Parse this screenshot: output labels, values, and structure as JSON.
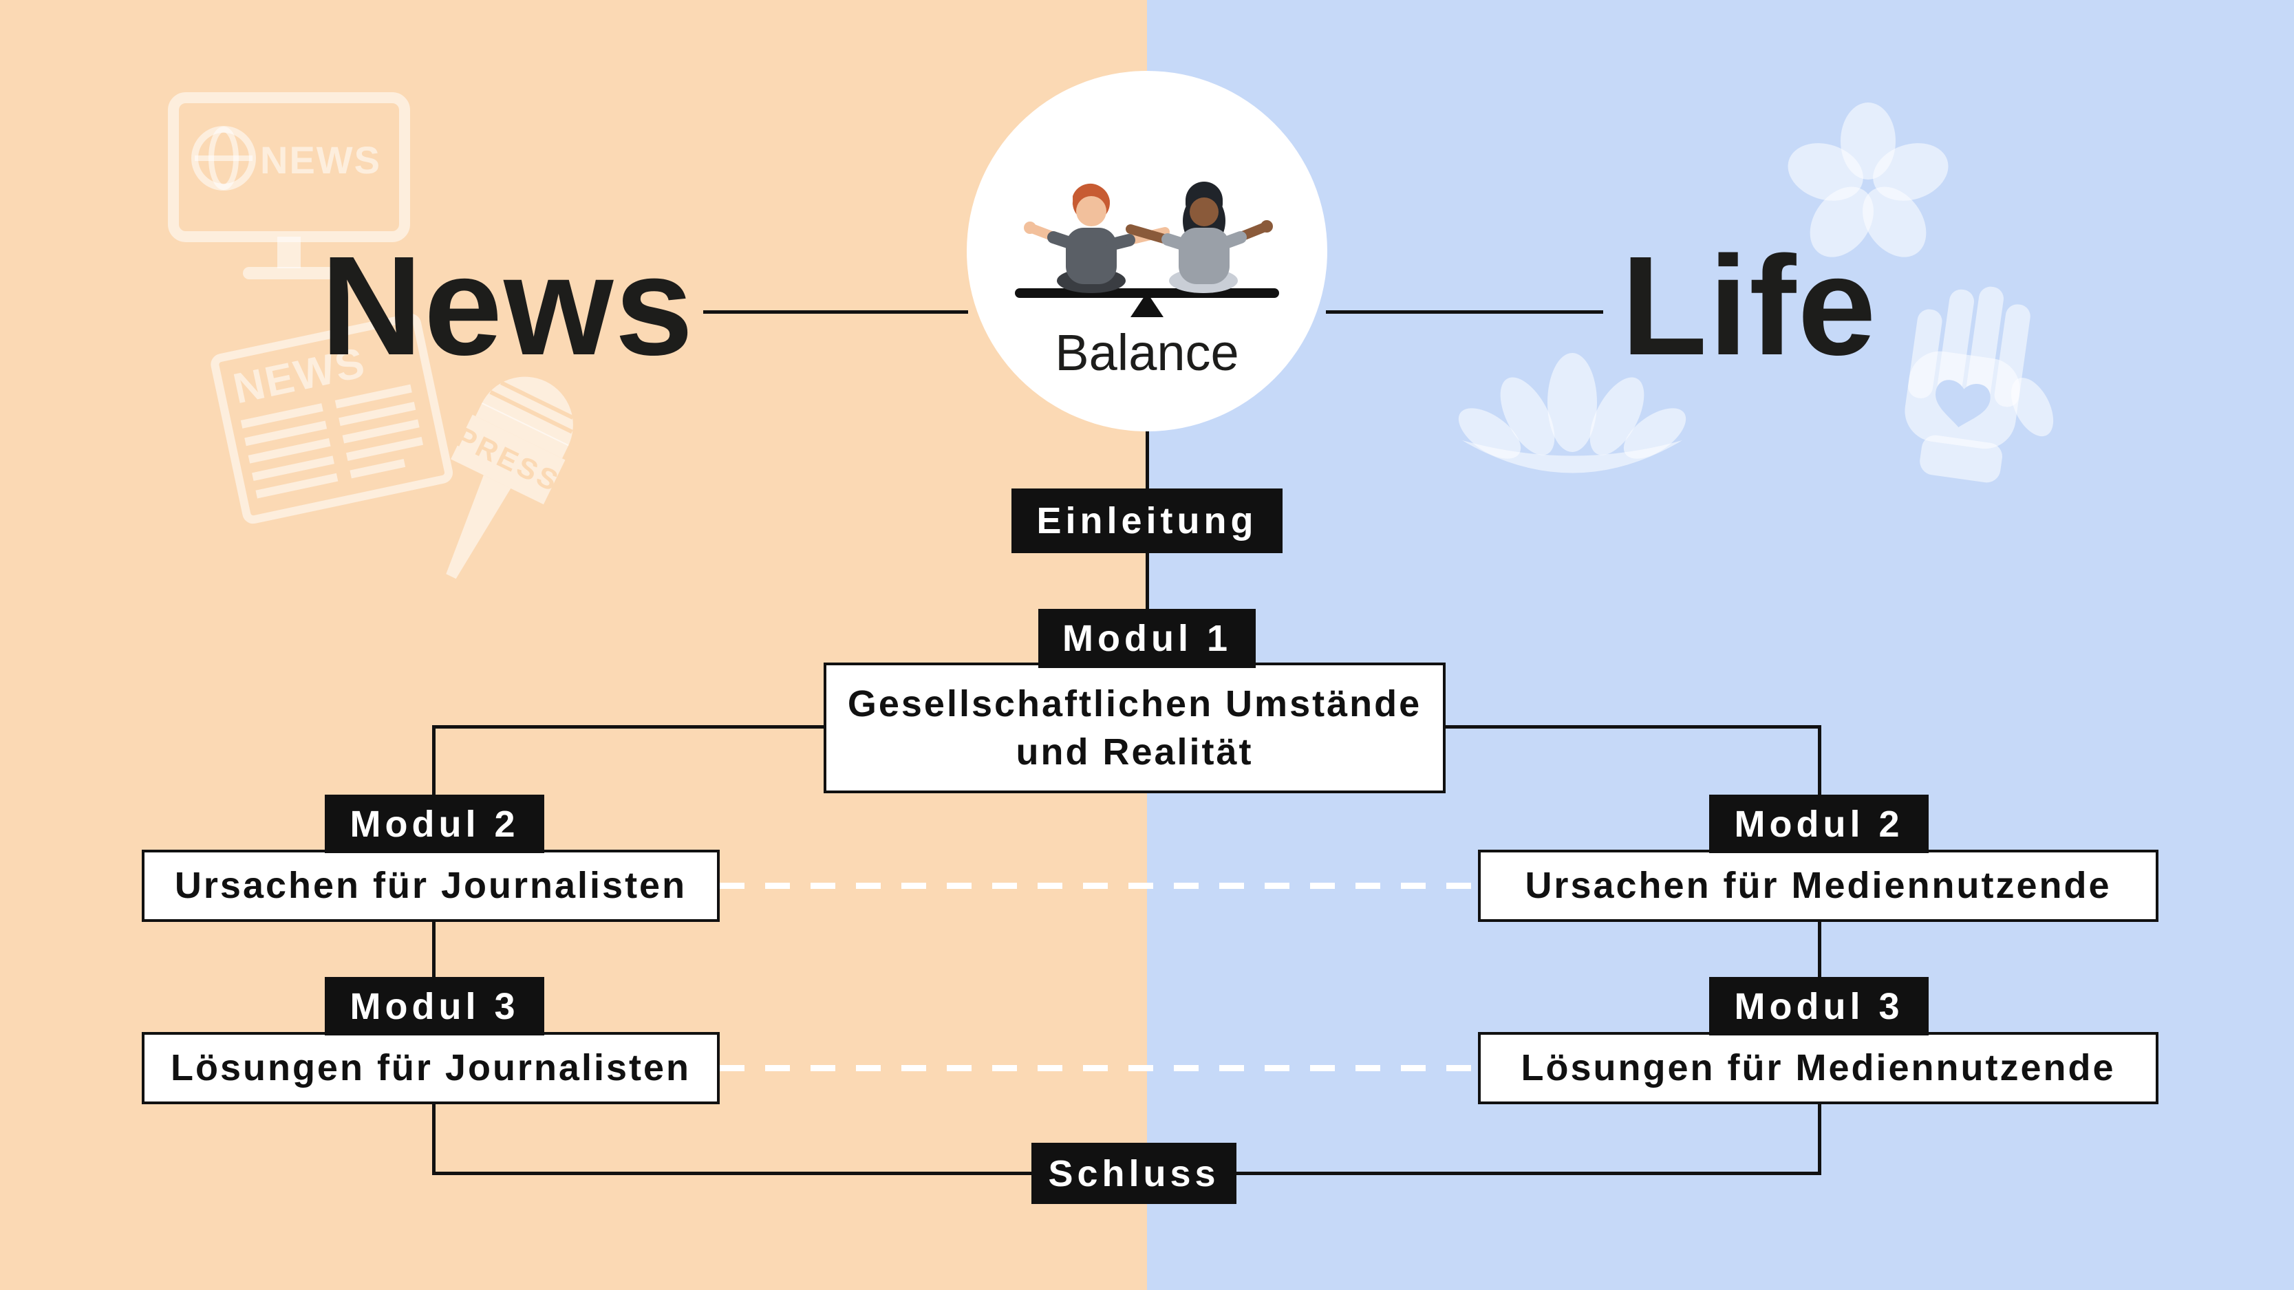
{
  "colors": {
    "news_side_bg": "#FBD9B4",
    "life_side_bg": "#C6D9F8",
    "node_black": "#111111",
    "node_white": "#FFFFFF",
    "text_dark": "#1D1D1B",
    "dashed_connector": "#FFFFFF"
  },
  "header": {
    "left_title": "News",
    "right_title": "Life",
    "center_label": "Balance"
  },
  "flow": {
    "einleitung_label": "Einleitung",
    "modul1": {
      "label": "Modul 1",
      "text": "Gesellschaftlichen Umstände und Realität"
    },
    "news_branch": {
      "modul2": {
        "label": "Modul 2",
        "text": "Ursachen für Journalisten"
      },
      "modul3": {
        "label": "Modul 3",
        "text": "Lösungen für Journalisten"
      }
    },
    "life_branch": {
      "modul2": {
        "label": "Modul 2",
        "text": "Ursachen für Mediennutzende"
      },
      "modul3": {
        "label": "Modul 3",
        "text": "Lösungen für Mediennutzende"
      }
    },
    "schluss_label": "Schluss"
  },
  "decorations": {
    "tv_news_text": "NEWS",
    "newspaper_headline": "NEWS",
    "press_flag_text": "PRESS",
    "icons": [
      "news-tv-icon",
      "newspaper-icon",
      "press-microphone-icon",
      "frangipani-flower-icon",
      "lotus-icon",
      "heart-in-hand-icon",
      "balance-seesaw-illustration"
    ]
  }
}
